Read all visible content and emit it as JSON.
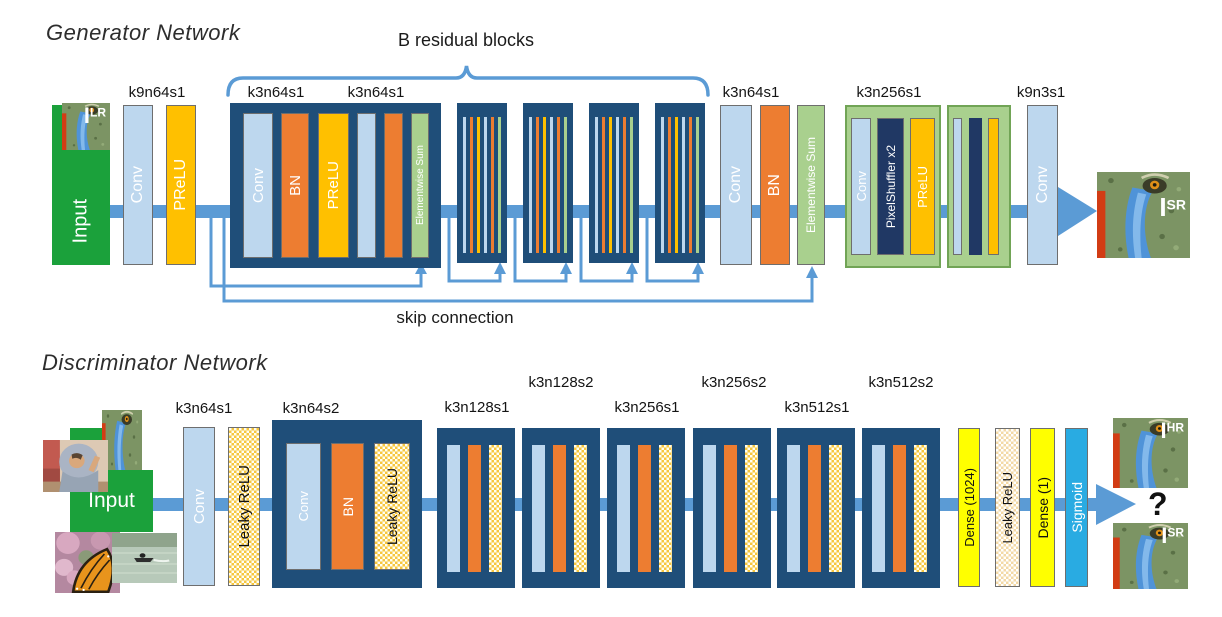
{
  "colors": {
    "conv": "#BDD7EE",
    "bn": "#ED7D31",
    "prelu": "#FFC000",
    "container": "#1F4E79",
    "input_green": "#1BA13B",
    "sum_green": "#A9D08E",
    "shuffler_dark": "#203864",
    "dense_yellow": "#FFFF00",
    "sigmoid_blue": "#29ABE2",
    "flow_blue": "#5B9BD5"
  },
  "generator": {
    "title": "Generator Network",
    "bracket_label": "B residual blocks",
    "skip_label": "skip connection",
    "stage_labels": [
      "k9n64s1",
      "k3n64s1",
      "k3n64s1",
      "k3n64s1",
      "k3n256s1",
      "k9n3s1"
    ],
    "blocks": {
      "input": "Input",
      "conv": "Conv",
      "prelu": "PReLU",
      "bn": "BN",
      "elementwise_sum": "Elementwise Sum",
      "pixel_shuffler": "PixelShuffler x2"
    },
    "lr_label": {
      "base": "I",
      "sup": "LR"
    },
    "sr_label": {
      "base": "I",
      "sup": "SR"
    }
  },
  "discriminator": {
    "title": "Discriminator Network",
    "stage_labels_low": [
      "k3n64s1",
      "k3n64s2",
      "k3n128s1",
      "k3n256s1",
      "k3n512s1"
    ],
    "stage_labels_high": [
      "k3n128s2",
      "k3n256s2",
      "k3n512s2"
    ],
    "blocks": {
      "input": "Input",
      "conv": "Conv",
      "bn": "BN",
      "leaky_relu": "Leaky ReLU",
      "dense_1024": "Dense (1024)",
      "dense_1": "Dense (1)",
      "sigmoid": "Sigmoid"
    },
    "output_label": "?",
    "hr_label": {
      "base": "I",
      "sup": "HR"
    },
    "sr_label": {
      "base": "I",
      "sup": "SR"
    }
  }
}
